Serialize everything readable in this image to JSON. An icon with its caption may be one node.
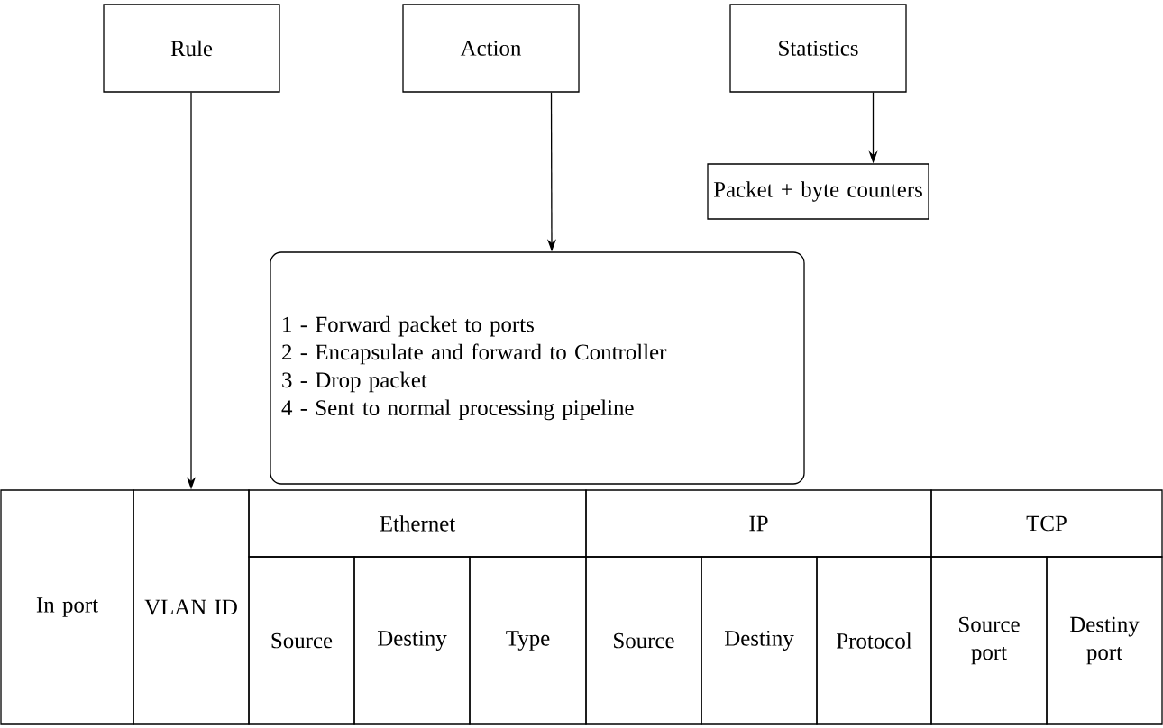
{
  "diagram": {
    "nodes": [
      {
        "text": [
          "Rule"
        ]
      },
      {
        "text": [
          "Action"
        ]
      },
      {
        "text": [
          "Statistics"
        ]
      },
      {
        "text": [
          "Packet + byte counters"
        ]
      },
      {
        "text": [
          "1 - Forward packet to ports",
          "2 - Encapsulate and forward to Controller",
          "3 - Drop packet",
          "4 - Sent to normal processing pipeline"
        ]
      },
      {
        "text": [
          "In port"
        ]
      },
      {
        "text": [
          "VLAN ID"
        ]
      },
      {
        "text": [
          "Ethernet"
        ]
      },
      {
        "text": [
          "IP"
        ]
      },
      {
        "text": [
          "TCP"
        ]
      },
      {
        "text": [
          "Source"
        ]
      },
      {
        "text": [
          "Destiny"
        ]
      },
      {
        "text": [
          "Type"
        ]
      },
      {
        "text": [
          "Source"
        ]
      },
      {
        "text": [
          "Destiny"
        ]
      },
      {
        "text": [
          "Protocol"
        ]
      },
      {
        "text": [
          "Source port"
        ]
      },
      {
        "text": [
          "Destiny port"
        ]
      }
    ],
    "edges": [
      {
        "from": 0,
        "to": 6,
        "arrow": "to"
      },
      {
        "from": 1,
        "to": 4,
        "arrow": "to"
      },
      {
        "from": 2,
        "to": 3,
        "arrow": "to"
      }
    ]
  }
}
